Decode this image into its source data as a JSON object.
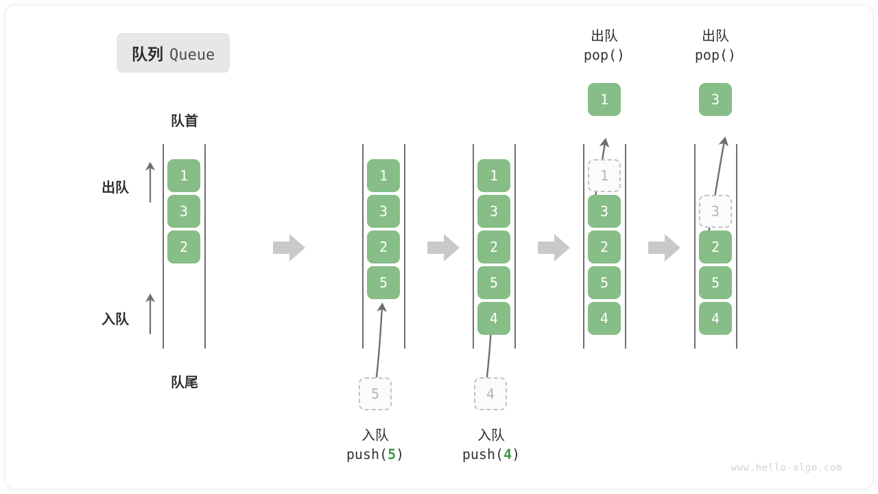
{
  "title": {
    "cn": "队列",
    "en": "Queue"
  },
  "labels": {
    "head": "队首",
    "tail": "队尾",
    "dequeue": "出队",
    "enqueue": "入队"
  },
  "watermark": "www.hello-algo.com",
  "colors": {
    "cell_fill": "#87bd86",
    "cell_text": "#ffffff",
    "ghost_border": "#c2c2c2",
    "ghost_text": "#b4b4b4",
    "rail": "#4a4a4a",
    "arrow": "#6e6e6e",
    "step_arrow": "#c9c9c9",
    "accent_arg": "#3a9a45",
    "badge_bg": "#e7e7e7"
  },
  "stages": [
    {
      "id": "initial",
      "cells": [
        {
          "value": "1",
          "ghost": false
        },
        {
          "value": "3",
          "ghost": false
        },
        {
          "value": "2",
          "ghost": false
        }
      ]
    },
    {
      "id": "after-push-5",
      "cells": [
        {
          "value": "1",
          "ghost": false
        },
        {
          "value": "3",
          "ghost": false
        },
        {
          "value": "2",
          "ghost": false
        },
        {
          "value": "5",
          "ghost": false
        }
      ],
      "incoming": {
        "value": "5"
      },
      "caption": {
        "cn": "入队",
        "fn": "push(",
        "arg": "5",
        "fn_end": ")"
      }
    },
    {
      "id": "after-push-4",
      "cells": [
        {
          "value": "1",
          "ghost": false
        },
        {
          "value": "3",
          "ghost": false
        },
        {
          "value": "2",
          "ghost": false
        },
        {
          "value": "5",
          "ghost": false
        },
        {
          "value": "4",
          "ghost": false
        }
      ],
      "incoming": {
        "value": "4"
      },
      "caption": {
        "cn": "入队",
        "fn": "push(",
        "arg": "4",
        "fn_end": ")"
      }
    },
    {
      "id": "after-pop-1",
      "cells": [
        {
          "value": "1",
          "ghost": true
        },
        {
          "value": "3",
          "ghost": false
        },
        {
          "value": "2",
          "ghost": false
        },
        {
          "value": "5",
          "ghost": false
        },
        {
          "value": "4",
          "ghost": false
        }
      ],
      "popped": {
        "value": "1"
      },
      "caption": {
        "cn": "出队",
        "fn": "pop()"
      }
    },
    {
      "id": "after-pop-3",
      "cells": [
        {
          "value": "",
          "ghost": false,
          "hidden": true
        },
        {
          "value": "3",
          "ghost": true
        },
        {
          "value": "2",
          "ghost": false
        },
        {
          "value": "5",
          "ghost": false
        },
        {
          "value": "4",
          "ghost": false
        }
      ],
      "popped": {
        "value": "3"
      },
      "caption": {
        "cn": "出队",
        "fn": "pop()"
      }
    }
  ]
}
